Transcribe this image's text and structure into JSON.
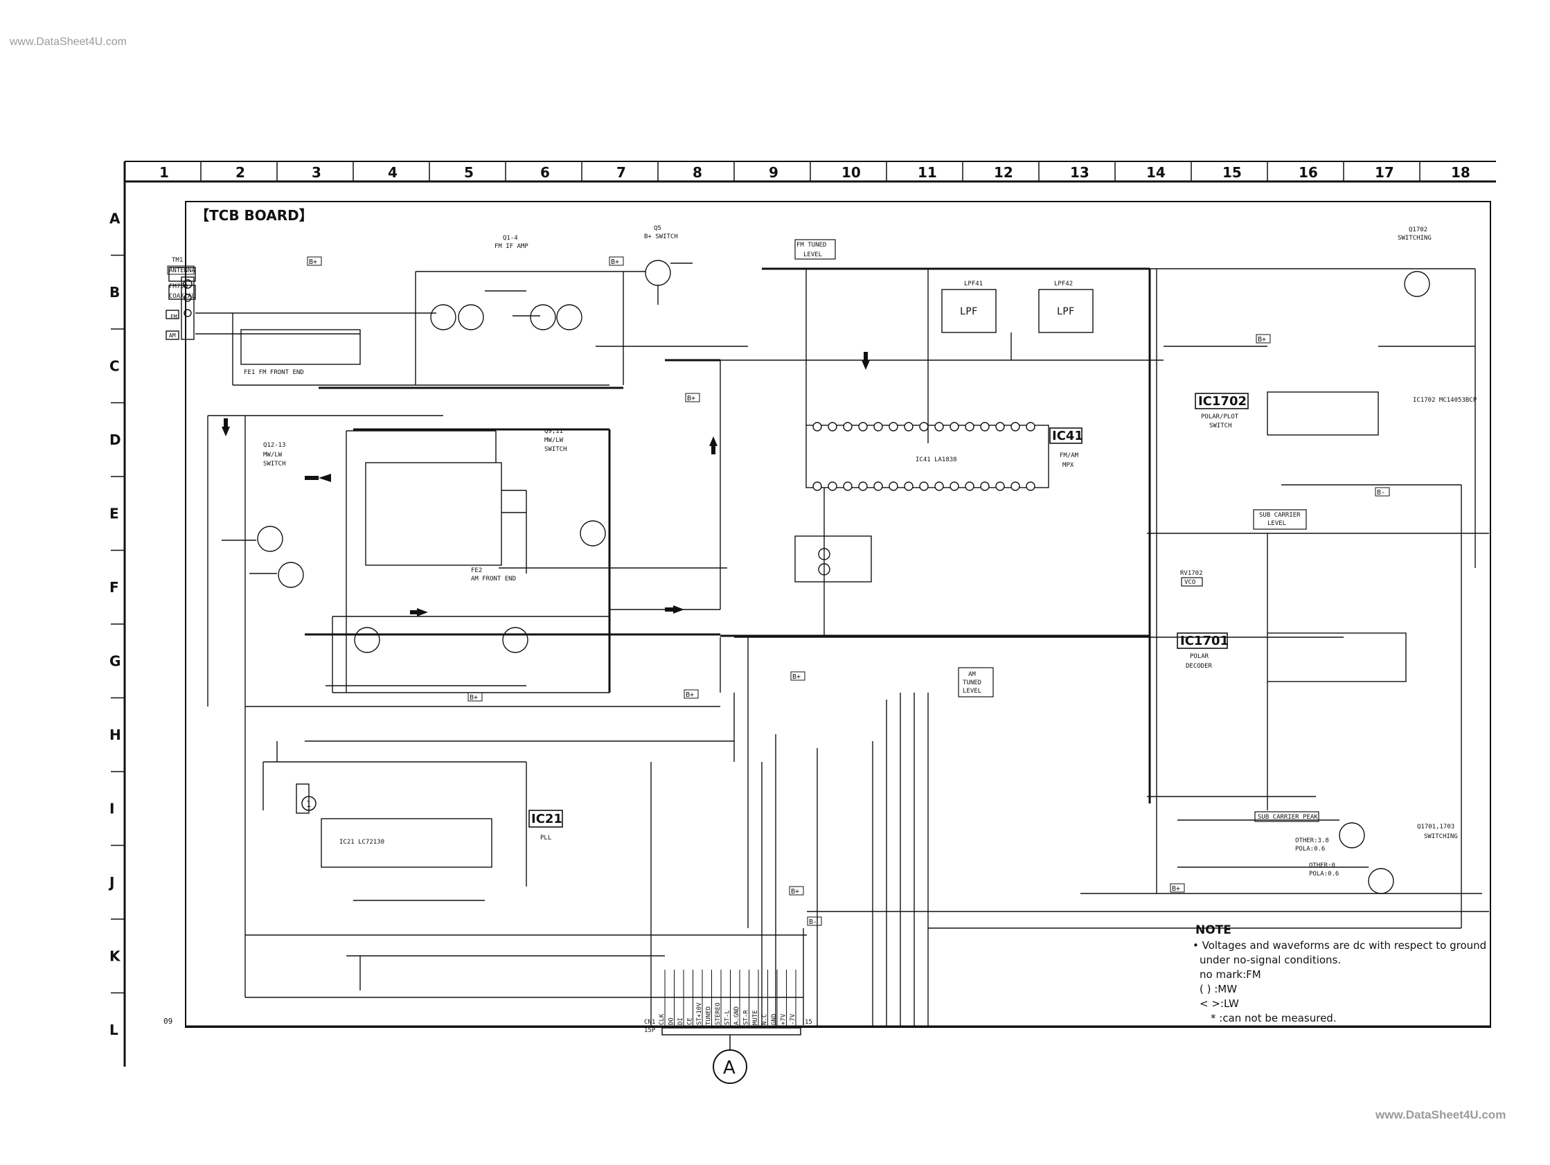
{
  "watermark_top": "www.DataSheet4U.com",
  "watermark_bottom": "www.DataSheet4U.com",
  "board_title": "【TCB BOARD】",
  "page_ref": "09",
  "grid": {
    "columns": [
      "1",
      "2",
      "3",
      "4",
      "5",
      "6",
      "7",
      "8",
      "9",
      "10",
      "11",
      "12",
      "13",
      "14",
      "15",
      "16",
      "17",
      "18"
    ],
    "rows": [
      "A",
      "B",
      "C",
      "D",
      "E",
      "F",
      "G",
      "H",
      "I",
      "J",
      "K",
      "L"
    ]
  },
  "blocks": {
    "tm1": "TM1",
    "antenna": "ANTENNA",
    "antenna_type": "FM75Ω",
    "antenna_coax": "COAXIAL",
    "fm_front_end": "FE1 FM FRONT END",
    "fm_if_amp": "Q1-4",
    "fm_if_amp_label": "FM IF AMP",
    "q5_label": "Q5",
    "q5_desc": "B+ SWITCH",
    "q12_label": "Q12-13",
    "q12_desc": "MW/LW",
    "q12_desc2": "SWITCH",
    "q9_label": "Q9,11",
    "q9_desc": "MW/LW",
    "q9_desc2": "SWITCH",
    "am_front_end": "FE2",
    "am_front_end_desc": "AM FRONT END",
    "fm_tuned_level": "FM TUNED",
    "fm_tuned_level2": "LEVEL",
    "am_tuned_level": "AM",
    "am_tuned_level2": "TUNED",
    "am_tuned_level3": "LEVEL",
    "lpf41": "LPF41",
    "lpf42": "LPF42",
    "lpf": "LPF",
    "ic41_name": "IC41",
    "ic41_desc": "FM/AM",
    "ic41_desc2": "MPX",
    "ic41_part": "IC41 LA1838",
    "ic1702_name": "IC1702",
    "ic1702_desc": "POLAR/PLOT",
    "ic1702_desc2": "SWITCH",
    "ic1702_part": "IC1702 MC14053BCP",
    "ic1701_name": "IC1701",
    "ic1701_desc": "POLAR",
    "ic1701_desc2": "DECODER",
    "ic21_name": "IC21",
    "ic21_desc": "PLL",
    "ic21_part": "IC21 LC72130",
    "sub_carrier_level": "SUB CARRIER",
    "sub_carrier_level2": "LEVEL",
    "sub_carrier_peak": "SUB CARRIER PEAK",
    "vco": "VCO",
    "rv1702": "RV1702",
    "q1702_label": "Q1702",
    "q1702_desc": "SWITCHING",
    "q1701_label": "Q1701,1703",
    "q1701_desc": "SWITCHING",
    "other_pola1": "OTHER:3.8",
    "other_pola1b": "POLA:0.6",
    "other_pola2": "OTHER:0",
    "other_pola2b": "POLA:0.6",
    "connector": "CN1",
    "connector_pins": "15P",
    "connector_ref": "A",
    "connector_labels": [
      "CLK",
      "DO",
      "DI",
      "CE",
      "ST+10V",
      "TUNED",
      "STEREO",
      "ST-L",
      "A.GND",
      "ST-R",
      "MUTE",
      "N.C",
      "GND",
      "+7V",
      "-7V"
    ],
    "pin_15": "15",
    "bplus": "B+",
    "bminus": "B-",
    "circle_1": "1"
  },
  "note": {
    "title": "NOTE",
    "line1": "• Voltages and waveforms are dc with respect to ground",
    "line2": "under no-signal conditions.",
    "line3": "no mark:FM",
    "line4": "(     ) :MW",
    "line5": "<     >:LW",
    "line6": "*    :can not be measured."
  }
}
